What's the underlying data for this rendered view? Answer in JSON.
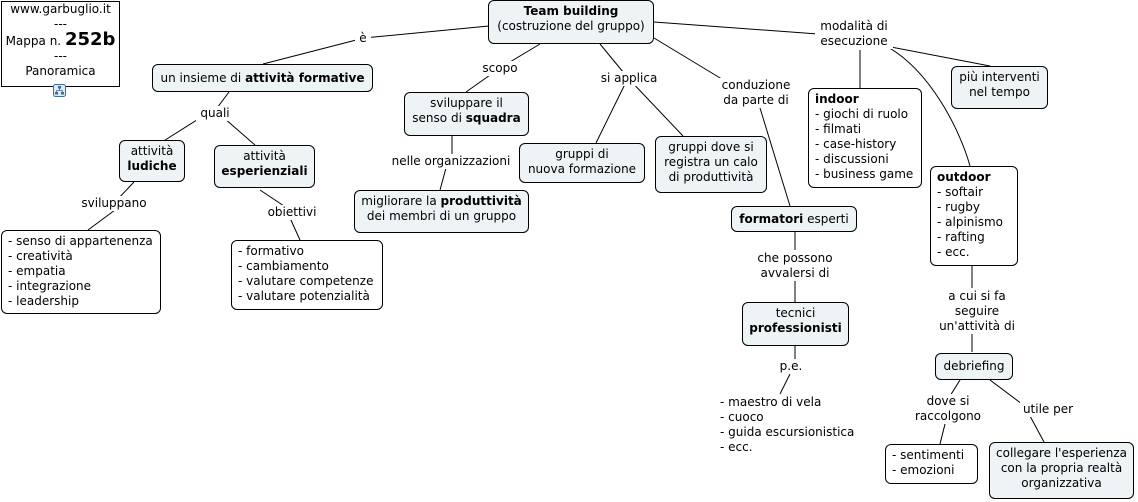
{
  "info_box": {
    "site": "www.garbuglio.it",
    "sep1": "---",
    "mappa_prefix": "Mappa n.",
    "mappa_number": "252b",
    "sep2": "---",
    "panoramica": "Panoramica"
  },
  "root": {
    "title": "Team building",
    "subtitle": "(costruzione del gruppo)"
  },
  "link_labels": {
    "e": "è",
    "scopo": "scopo",
    "si_applica": "si applica",
    "conduzione_1": "conduzione",
    "conduzione_2": "da parte di",
    "modalita_1": "modalità di",
    "modalita_2": "esecuzione",
    "quali": "quali",
    "sviluppano": "sviluppano",
    "obiettivi": "obiettivi",
    "nelle_org": "nelle organizzazioni",
    "che_possono_1": "che possono",
    "che_possono_2": "avvalersi di",
    "pe": "p.e.",
    "a_cui_1": "a cui si fa",
    "a_cui_2": "seguire",
    "a_cui_3": "un'attività di",
    "dove_si_1": "dove si",
    "dove_si_2": "raccolgono",
    "utile_per": "utile per"
  },
  "nodes": {
    "insieme": {
      "pre": "un insieme di ",
      "bold": "attività formative"
    },
    "sviluppare": {
      "line1": "sviluppare il",
      "pre": "senso di ",
      "bold": "squadra"
    },
    "gruppi_nuova": {
      "line1": "gruppi di",
      "line2": "nuova formazione"
    },
    "gruppi_calo": {
      "line1": "gruppi dove si",
      "line2": "registra un calo",
      "line3": "di produttività"
    },
    "ludiche": {
      "line1": "attività",
      "bold": "ludiche"
    },
    "esperienziali": {
      "line1": "attività",
      "bold": "esperienziali"
    },
    "migliorare": {
      "pre": "migliorare la ",
      "bold": "produttività",
      "line2": "dei membri di un gruppo"
    },
    "formatori": {
      "bold": "formatori",
      "post": " esperti"
    },
    "tecnici": {
      "line1": "tecnici",
      "bold": "professionisti"
    },
    "indoor": {
      "bold": "indoor",
      "items": [
        "- giochi di ruolo",
        "- filmati",
        "- case-history",
        "- discussioni",
        "- business game"
      ]
    },
    "piu_interventi": {
      "line1": "più interventi",
      "line2": "nel tempo"
    },
    "outdoor": {
      "bold": "outdoor",
      "items": [
        "- softair",
        "- rugby",
        "- alpinismo",
        "- rafting",
        "- ecc."
      ]
    },
    "debriefing": {
      "label": "debriefing"
    },
    "senso": {
      "items": [
        "- senso di appartenenza",
        "- creatività",
        "- empatia",
        "- integrazione",
        "- leadership"
      ]
    },
    "formativo": {
      "items": [
        "- formativo",
        "- cambiamento",
        "- valutare competenze",
        "- valutare potenzialità"
      ]
    },
    "maestro": {
      "items": [
        "- maestro di vela",
        "- cuoco",
        "- guida escursionistica",
        "- ecc."
      ]
    },
    "sentimenti": {
      "items": [
        "- sentimenti",
        "- emozioni"
      ]
    },
    "collegare": {
      "line1": "collegare l'esperienza",
      "line2": "con la propria realtà",
      "line3": "organizzativa"
    }
  }
}
